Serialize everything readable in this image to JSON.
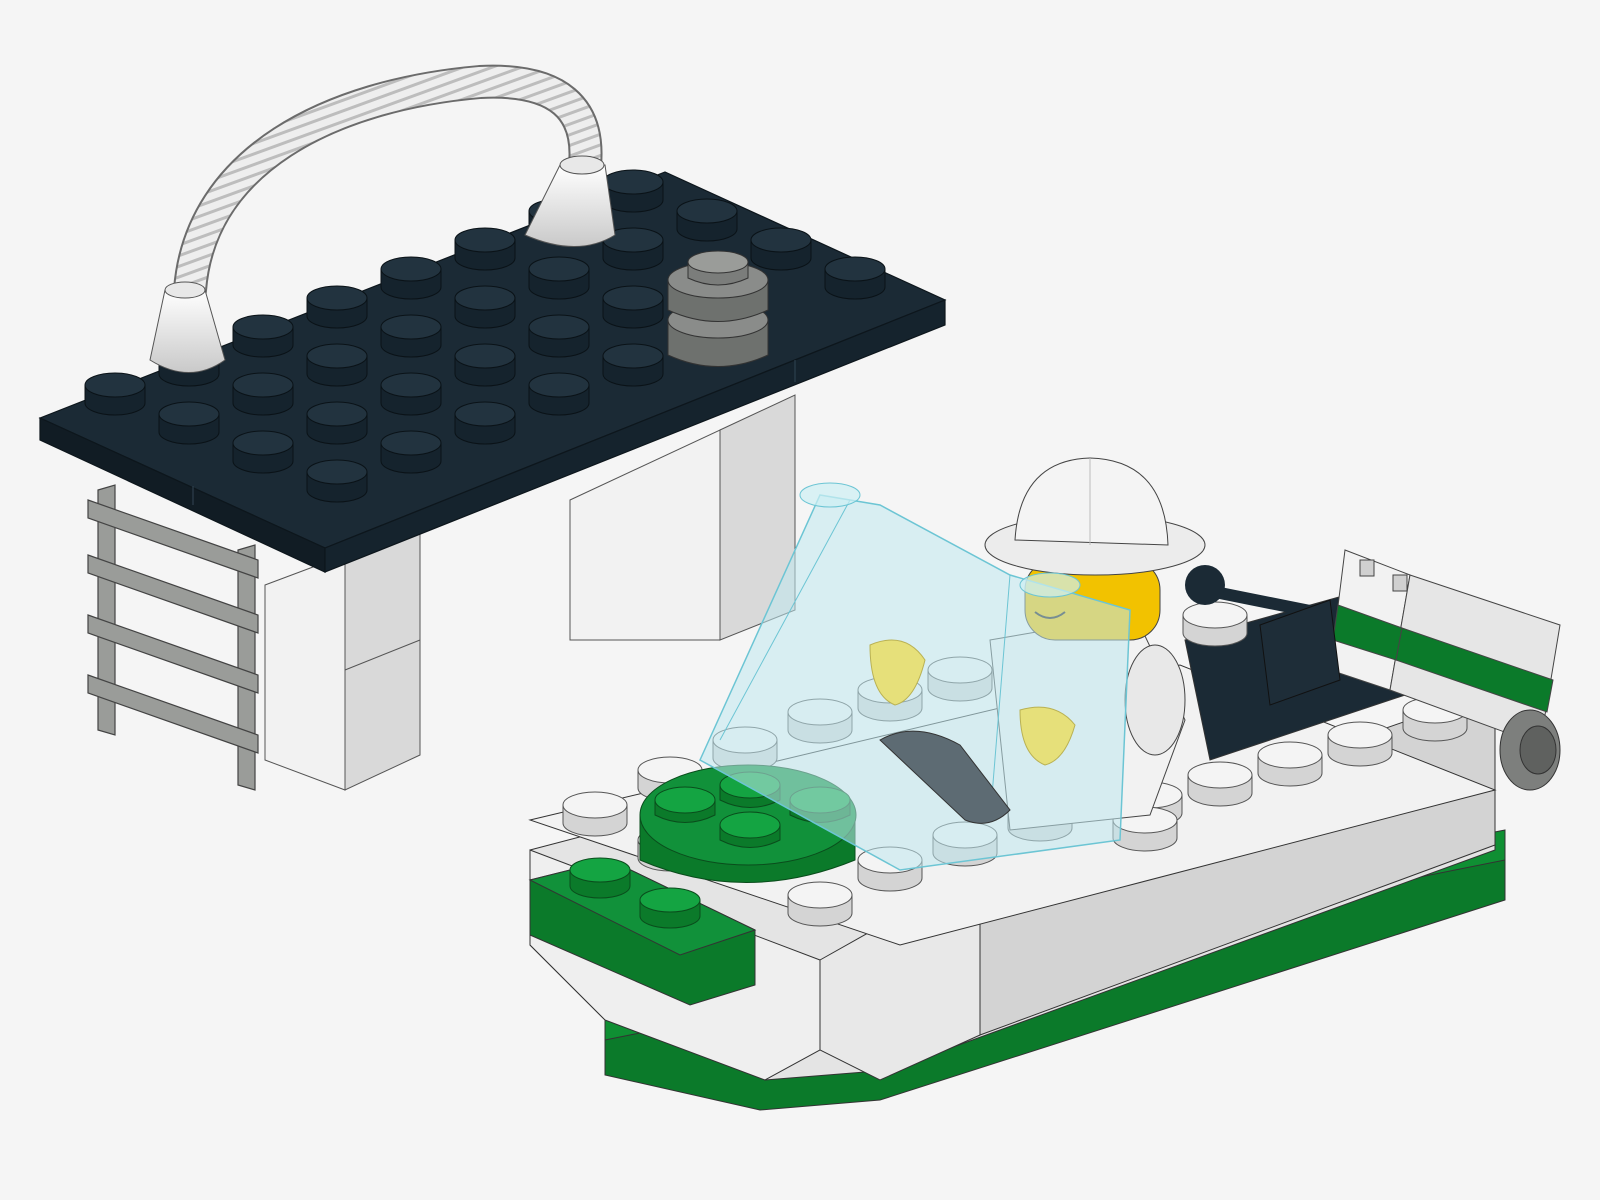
{
  "scene": {
    "background": "#f5f5f5",
    "colors": {
      "dark_blue_black": "#1b2a35",
      "white": "#f2f2f2",
      "light_grey": "#d8d8d8",
      "dark_grey": "#6e716e",
      "grey": "#9a9c99",
      "green": "#0b7a2a",
      "trans_light_blue": "#bfe8ee",
      "yellow": "#f2c200",
      "outline": "#3a3a3a"
    },
    "objects": [
      "dock-plate",
      "hose-arch",
      "ladder",
      "support-pillars",
      "boat-hull",
      "windscreen",
      "minifigure",
      "steering-wheel",
      "flag-panel"
    ]
  }
}
